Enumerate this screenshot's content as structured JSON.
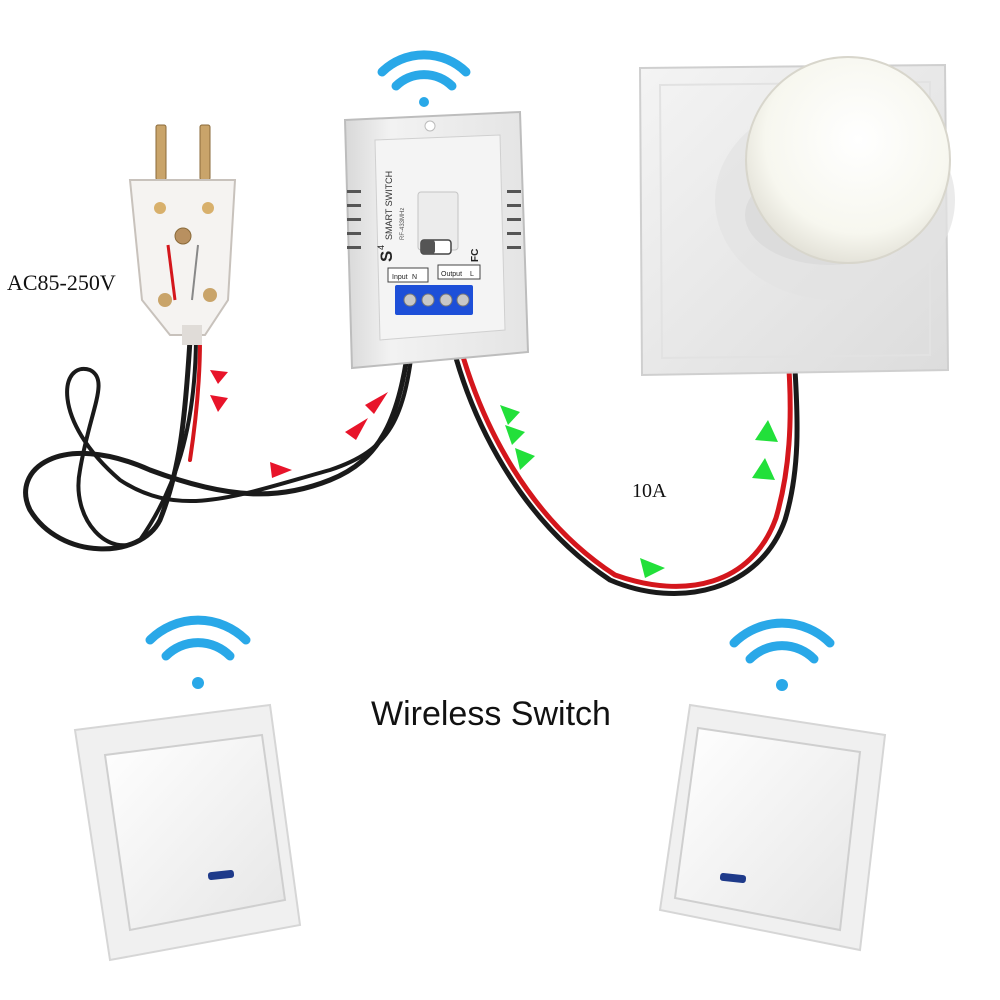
{
  "labels": {
    "voltage": "AC85-250V",
    "current": "10A",
    "caption": "Wireless Switch"
  },
  "module": {
    "brand": "S",
    "brand_sup": "4",
    "name": "SMART SWITCH",
    "model": "RF-433MHz",
    "input_label": "Input",
    "output_label": "Output",
    "terminal_l": "L",
    "terminal_n": "N",
    "cert": "FC"
  },
  "colors": {
    "wifi": "#29a8e8",
    "input_arrow": "#e8142a",
    "output_arrow": "#22e03a",
    "wire_red": "#d4161c",
    "wire_black": "#1a1a1a",
    "terminal_block": "#1d4fd8",
    "panel": "#f0f0f0",
    "lamp_glow": "#fbfbf4"
  },
  "icons": [
    "wifi-icon",
    "plug",
    "smart-switch-module",
    "ceiling-lamp",
    "wall-switch"
  ]
}
